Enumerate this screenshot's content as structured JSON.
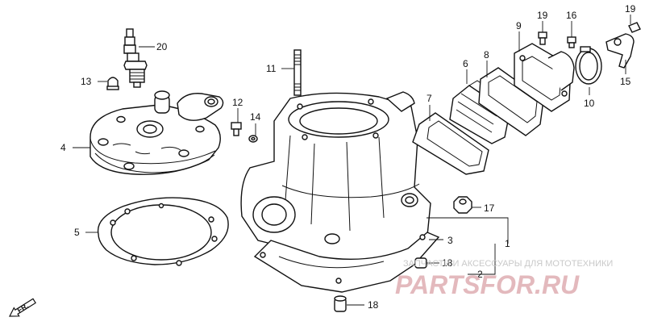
{
  "callouts": {
    "c1": "1",
    "c2": "2",
    "c3": "3",
    "c4": "4",
    "c5": "5",
    "c6": "6",
    "c7": "7",
    "c8": "8",
    "c9": "9",
    "c10": "10",
    "c11": "11",
    "c12": "12",
    "c13": "13",
    "c14": "14",
    "c15": "15",
    "c16": "16",
    "c17": "17",
    "c18a": "18",
    "c18b": "18",
    "c19a": "19",
    "c19b": "19",
    "c20": "20"
  },
  "direction_label": "FR.",
  "watermark": {
    "tagline": "ЗАПЧАСТИ И АКСЕССУАРЫ ДЛЯ МОТОТЕХНИКИ",
    "logo": "PARTSFOR.RU"
  }
}
